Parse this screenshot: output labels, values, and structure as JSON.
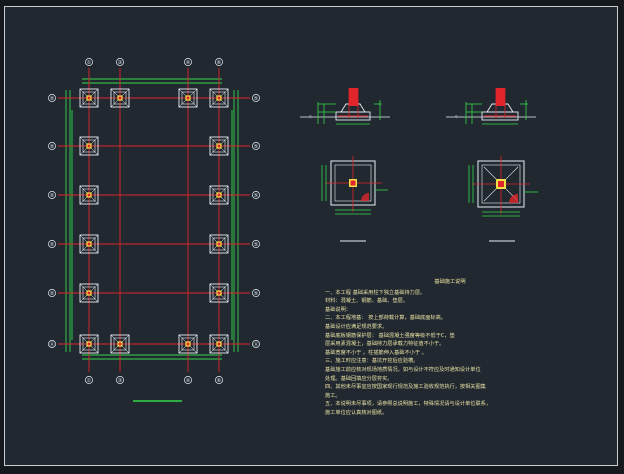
{
  "plan": {
    "top_axes": [
      "①",
      "③",
      "④",
      "⑥"
    ],
    "bottom_axes": [
      "①",
      "③",
      "④",
      "⑥"
    ],
    "left_axes": [
      "⑤",
      "⑤",
      "⑤",
      "⑤",
      "⑤",
      "Ⓐ"
    ],
    "right_axes": [
      "⑤",
      "⑤",
      "⑤",
      "⑤",
      "⑤",
      "Ⓐ"
    ]
  },
  "notes": {
    "title": "基础施工说明",
    "lines": [
      "一、本工程             基础采用柱下独立基础持力层。",
      "    材料：混凝土、钢筋、基础、垫层。",
      "    基础说明：",
      "二、本工程地基：       按上部荷载计算，基础底面标高。",
      "    基础设计应满足规范要求。",
      "    基础底板钢筋保护层：        基础混凝土强度等级不低于C，垫",
      "    层采用素混凝土，基础持力层承载力特征值不小于。",
      "    基础宽度不小于          。柱插筋伸入基础不小于      。",
      "三、施工时应注意：基坑开挖后应验槽。",
      "    基础施工前应核对现场地质情况，如与设计不符应及时通知设计单位",
      "    处理。基础回填应分层夯实。",
      "四、其他未尽事宜应按国家现行规范及施工验收规范执行，按相关图集",
      "    施工。",
      "五、本说明未尽事项，请参照总说明施工，特殊情况请与设计单位联系，",
      "    施工单位应认真核对图纸。"
    ]
  },
  "colors": {
    "background": "#212830",
    "grid_red": "#e0252b",
    "dim_green": "#33d84a",
    "foundation_white": "#e9eef3",
    "column_yellow": "#f0e04a",
    "note_text": "#e8e1a5"
  }
}
